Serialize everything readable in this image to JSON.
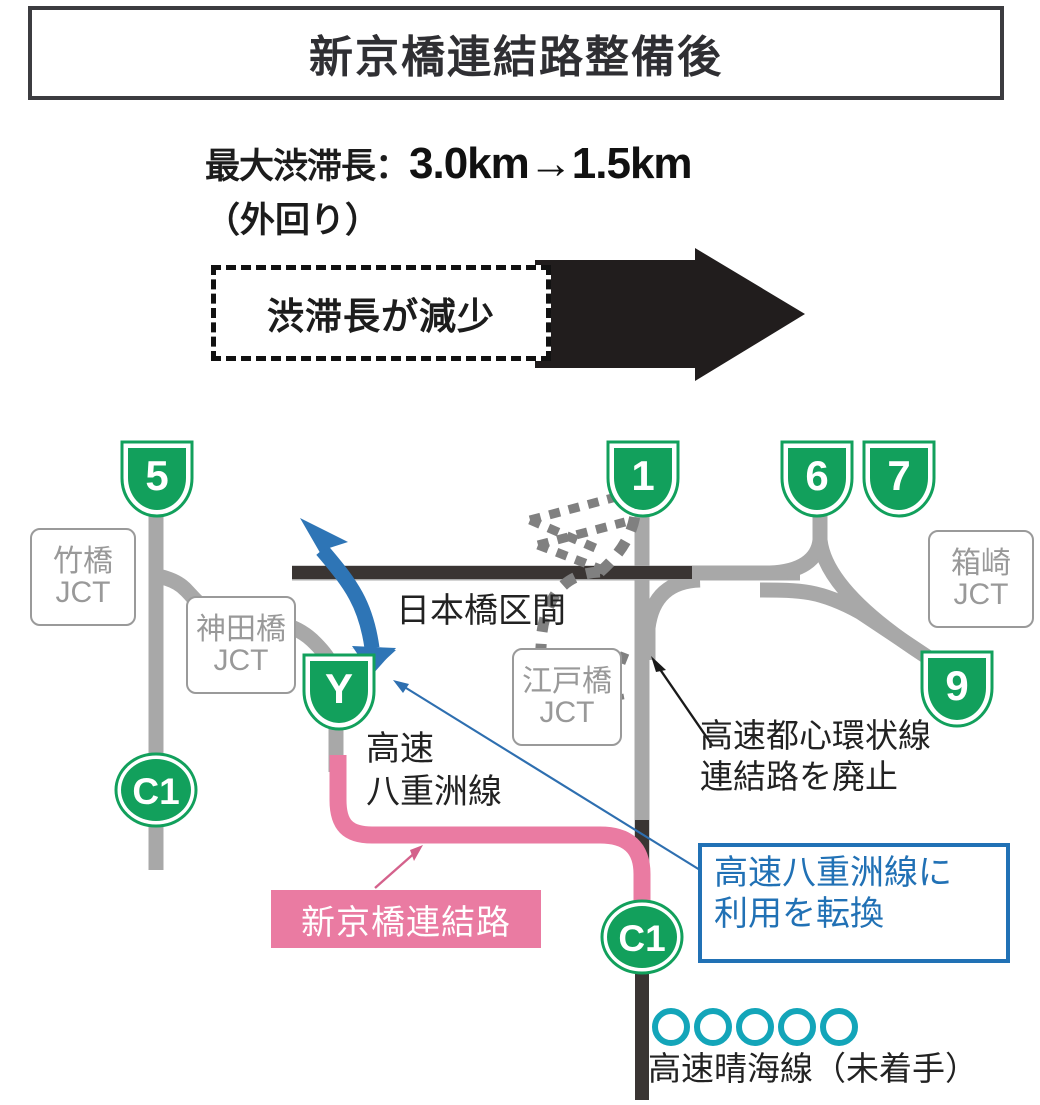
{
  "title": "新京橋連結路整備後",
  "stat": {
    "label": "最大渋滞長：",
    "value": "3.0km→1.5km",
    "sub": "（外回り）",
    "arrow_caption": "渋滞長が減少"
  },
  "map": {
    "shields": [
      {
        "id": "shield-5",
        "label": "5"
      },
      {
        "id": "shield-1",
        "label": "1"
      },
      {
        "id": "shield-6",
        "label": "6"
      },
      {
        "id": "shield-7",
        "label": "7"
      },
      {
        "id": "shield-9",
        "label": "9"
      },
      {
        "id": "shield-y",
        "label": "Y"
      }
    ],
    "circle_badges": [
      {
        "id": "badge-c1-left",
        "label": "C1"
      },
      {
        "id": "badge-c1-bottom",
        "label": "C1"
      }
    ],
    "junctions": [
      {
        "id": "takebashi",
        "line1": "竹橋",
        "line2": "JCT"
      },
      {
        "id": "kandabashi",
        "line1": "神田橋",
        "line2": "JCT"
      },
      {
        "id": "edobashi",
        "line1": "江戸橋",
        "line2": "JCT"
      },
      {
        "id": "hakozaki",
        "line1": "箱崎",
        "line2": "JCT"
      }
    ],
    "labels": {
      "nihonbashi_section": "日本橋区間",
      "yaesu_line": "高速\n八重洲線",
      "abolish_note": "高速都心環状線\n連結路を廃止",
      "harumi_line": "高速晴海線（未着手）"
    },
    "callouts": {
      "pink": "新京橋連結路",
      "blue_line1": "高速八重洲線に",
      "blue_line2": "利用を転換"
    }
  },
  "colors": {
    "green": "#12a05c",
    "road_gray": "#a8a8a8",
    "road_dark": "#3a3533",
    "pink": "#ea7ba2",
    "blue": "#2171b5",
    "blue_arrow": "#2e75b6",
    "teal": "#13a5b9",
    "title_border": "#3c3c40"
  },
  "chart_data": {
    "type": "diagram",
    "title": "新京橋連結路整備後",
    "metric": "最大渋滞長（外回り）",
    "before_km": 3.0,
    "after_km": 1.5,
    "unit": "km"
  }
}
